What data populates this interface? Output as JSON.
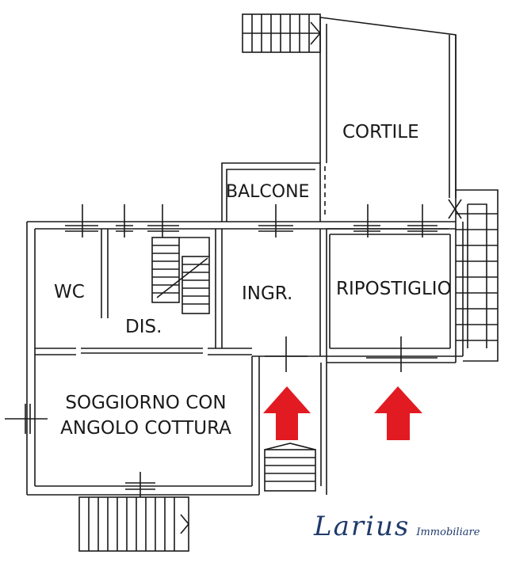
{
  "rooms": {
    "cortile": "CORTILE",
    "balcone": "BALCONE",
    "wc": "WC",
    "dis": "DIS.",
    "ingr": "INGR.",
    "ripostiglio": "RIPOSTIGLIO",
    "soggiorno_line1": "SOGGIORNO CON",
    "soggiorno_line2": "ANGOLO COTTURA"
  },
  "logo": {
    "name": "Larius",
    "tagline": "Immobiliare"
  },
  "colors": {
    "walls": "#1a1a1a",
    "entrance_arrow": "#e21b22",
    "logo": "#1f3a6b"
  }
}
